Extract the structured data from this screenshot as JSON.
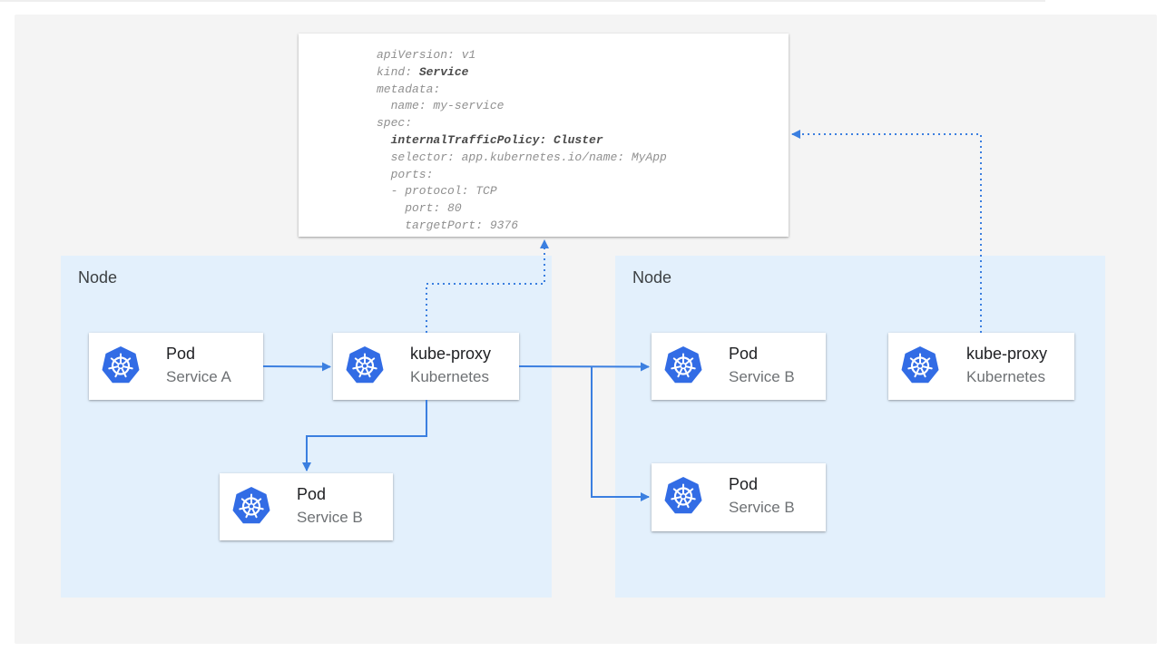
{
  "yaml": {
    "l1": "apiVersion: v1",
    "l2_key": "kind: ",
    "l2_val": "Service",
    "l3": "metadata:",
    "l4": "  name: my-service",
    "l5": "spec:",
    "l6": "  internalTrafficPolicy: Cluster",
    "l7": "  selector: app.kubernetes.io/name: MyApp",
    "l8": "  ports:",
    "l9": "  - protocol: TCP",
    "l10": "    port: 80",
    "l11": "    targetPort: 9376"
  },
  "nodes": {
    "left": {
      "label": "Node"
    },
    "right": {
      "label": "Node"
    }
  },
  "cards": {
    "pod_a": {
      "title": "Pod",
      "subtitle": "Service A"
    },
    "proxy_left": {
      "title": "kube-proxy",
      "subtitle": "Kubernetes"
    },
    "pod_b_left": {
      "title": "Pod",
      "subtitle": "Service B"
    },
    "pod_b_right_top": {
      "title": "Pod",
      "subtitle": "Service B"
    },
    "proxy_right": {
      "title": "kube-proxy",
      "subtitle": "Kubernetes"
    },
    "pod_b_right_bottom": {
      "title": "Pod",
      "subtitle": "Service B"
    }
  },
  "colors": {
    "arrow": "#3b7fe0",
    "k8s_logo": "#326ce5",
    "node_bg": "#e3f0fc",
    "canvas_bg": "#f4f4f4"
  },
  "icons": {
    "card_icon": "kubernetes-helm-wheel-icon"
  }
}
